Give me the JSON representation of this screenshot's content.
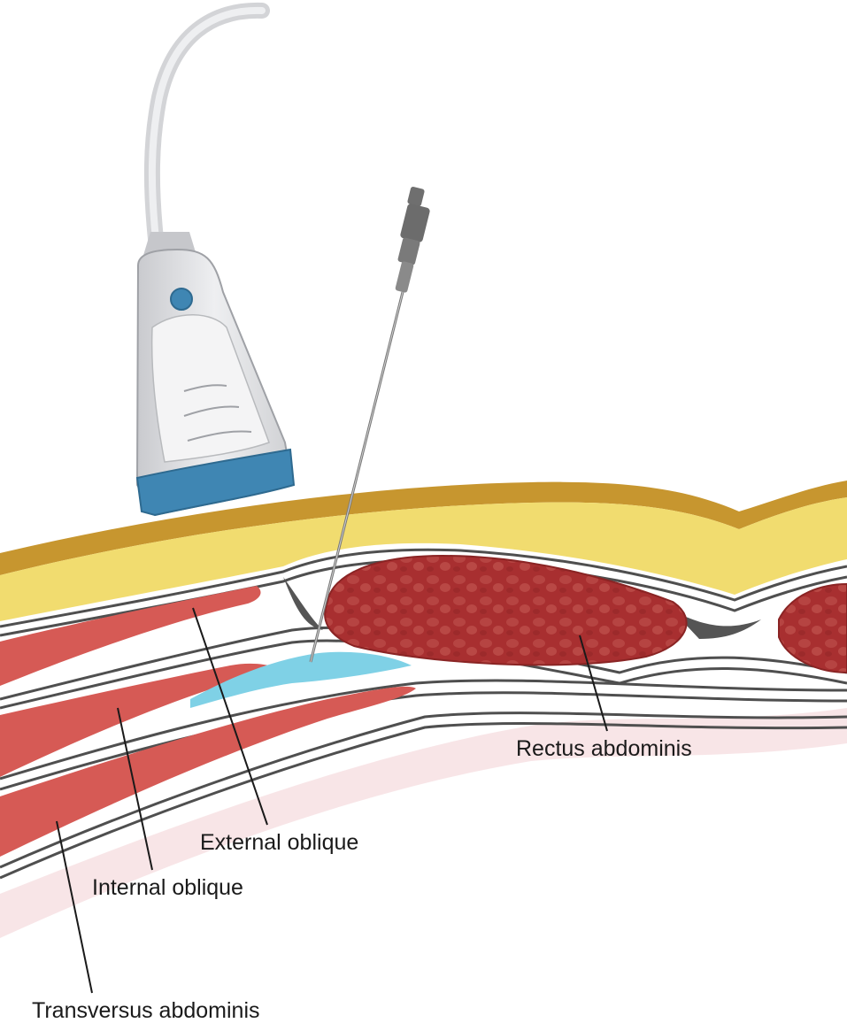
{
  "labels": {
    "rectus_abdominis": "Rectus abdominis",
    "external_oblique": "External oblique",
    "internal_oblique": "Internal oblique",
    "transversus_abdominis": "Transversus abdominis"
  },
  "icons": {
    "probe": "ultrasound-probe-icon",
    "needle": "needle-icon"
  },
  "colors": {
    "skin": "#c7962f",
    "fat": "#f1dc6f",
    "rectus": "#a8302f",
    "oblique": "#d65a55",
    "fascia": "#4f4f4f",
    "anesthetic": "#7fd1e6",
    "probe_body": "#dcdde0",
    "probe_tip": "#3f86b3",
    "peritoneum": "#f6dfe1"
  }
}
